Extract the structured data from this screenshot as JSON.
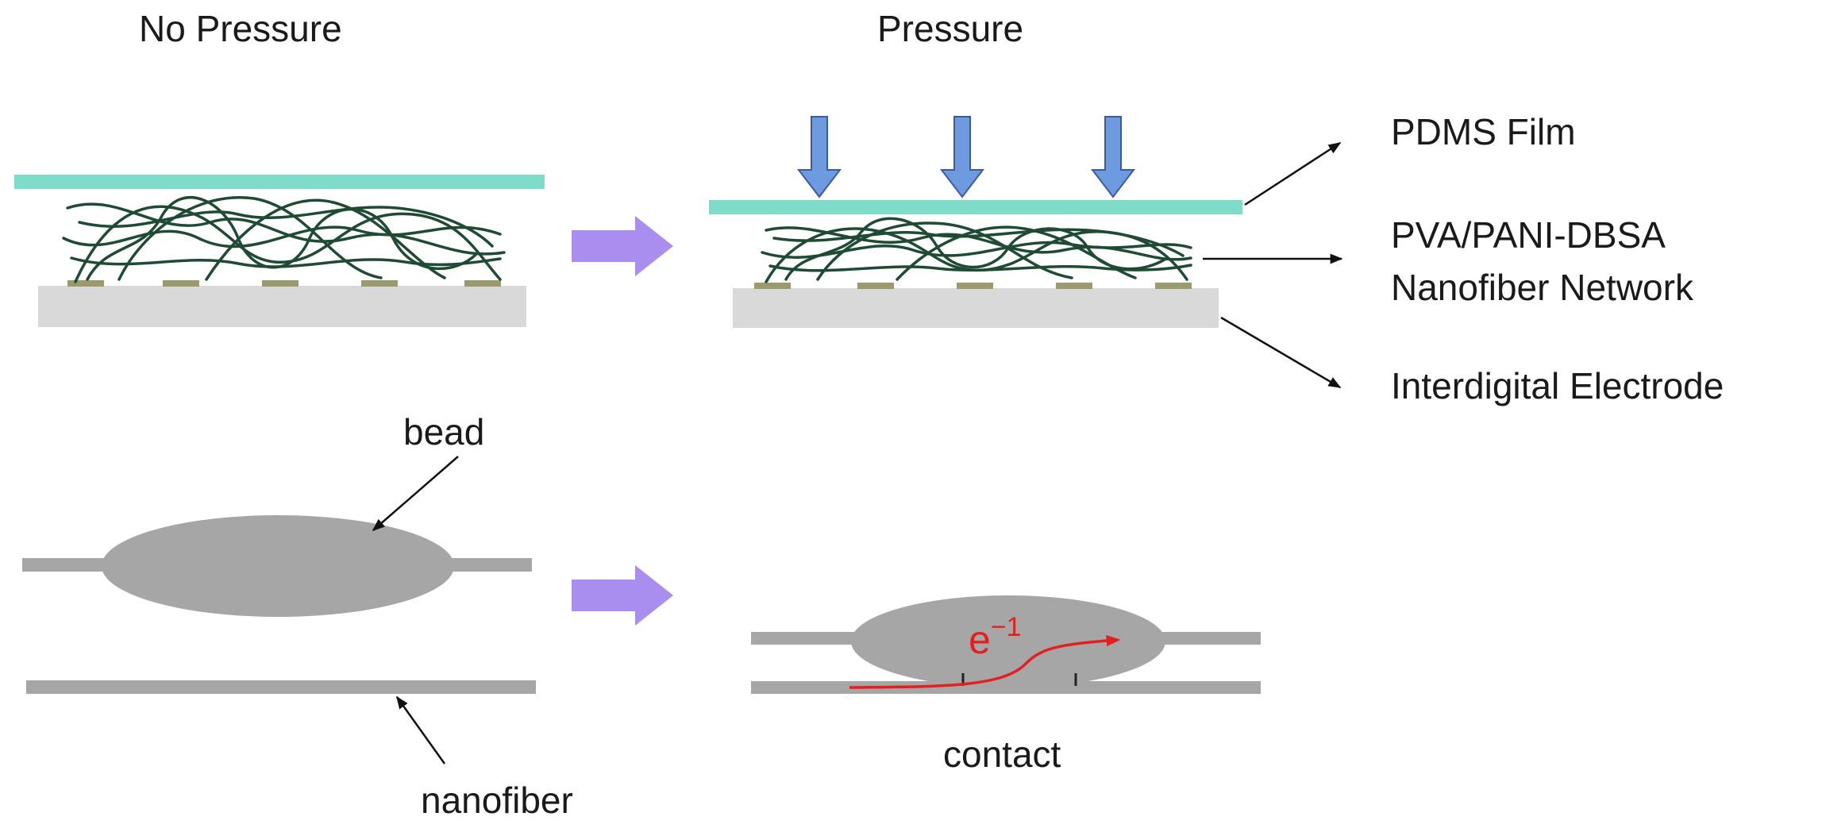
{
  "headings": {
    "no_pressure": "No Pressure",
    "pressure": "Pressure"
  },
  "layers": {
    "pdms": "PDMS Film",
    "network_line1": "PVA/PANI-DBSA",
    "network_line2": "Nanofiber Network",
    "electrode": "Interdigital Electrode"
  },
  "bead_model": {
    "bead": "bead",
    "nanofiber": "nanofiber",
    "contact": "contact",
    "electron_base": "e",
    "electron_exp": "−1"
  },
  "colors": {
    "pdms_film": "#7fdcc8",
    "substrate": "#d9d9d9",
    "electrode_pad": "#9a9a6e",
    "fiber": "#1f4a33",
    "process_arrow": "#a98ef0",
    "pressure_arrow": "#6e9be0",
    "bead": "#a6a6a6",
    "electron_path": "#e32020"
  },
  "icons": {
    "process_arrow": "right-arrow-icon",
    "pressure_arrow": "down-arrow-icon"
  }
}
